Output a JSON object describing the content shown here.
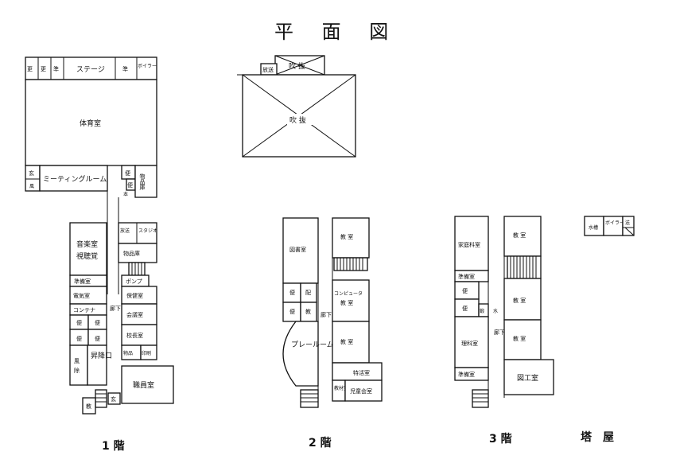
{
  "title": "平 面 図",
  "floor_labels": {
    "f1": "1 階",
    "f2": "2 階",
    "f3": "3 階",
    "roof": "塔　屋"
  },
  "rooms": {
    "f1": {
      "sara1": "更",
      "sara2": "更",
      "jun_top": "準",
      "stage": "ステージ",
      "jun_top2": "準",
      "boiler": "ボイラー",
      "gym": "体育室",
      "gen": "玄",
      "fu": "風",
      "meeting": "ミーティングルーム",
      "ben1": "便",
      "ben2": "便",
      "hon": "本",
      "storage1": "物品庫",
      "broadcast": "放送",
      "studio": "スタジオ",
      "storage2": "物品庫",
      "music": "音楽室",
      "av": "視聴覚",
      "prep": "準備室",
      "pump": "ポンプ",
      "electric": "電気室",
      "container": "コンテナ",
      "health": "保健室",
      "ben3": "便",
      "ben4": "便",
      "ben5": "便",
      "ben6": "便",
      "conference": "会議室",
      "principal": "校長室",
      "corridor": "廊下",
      "fu2": "風",
      "jo2": "除",
      "elevator": "昇降口",
      "goods": "物品",
      "print": "印刷",
      "staff": "職員室",
      "kyo": "教",
      "gen2": "玄"
    },
    "f2": {
      "library": "図書室",
      "classroom1": "教 室",
      "computer": "コンピュータ",
      "classroom2": "教 室",
      "ben": "便",
      "hai": "配",
      "ben2": "便",
      "kyo": "教",
      "corridor": "廊下",
      "play": "プレールーム",
      "classroom3": "教 室",
      "special": "特活室",
      "material": "教材室",
      "children": "児童会室"
    },
    "f3": {
      "home": "家庭科室",
      "classroom1": "教 室",
      "prep1": "準備室",
      "ben1": "便",
      "ben2": "便",
      "syo": "鍛",
      "water": "水",
      "classroom2": "教 室",
      "corridor": "廊下",
      "science": "理科室",
      "classroom3": "教 室",
      "prep2": "準備室",
      "craft": "図工室"
    },
    "roof": {
      "tank": "水槽",
      "boiler": "ボイラー",
      "stair": "送"
    },
    "void": {
      "broadcast": "放送",
      "upper": "吹 抜",
      "main": "吹 抜"
    }
  }
}
